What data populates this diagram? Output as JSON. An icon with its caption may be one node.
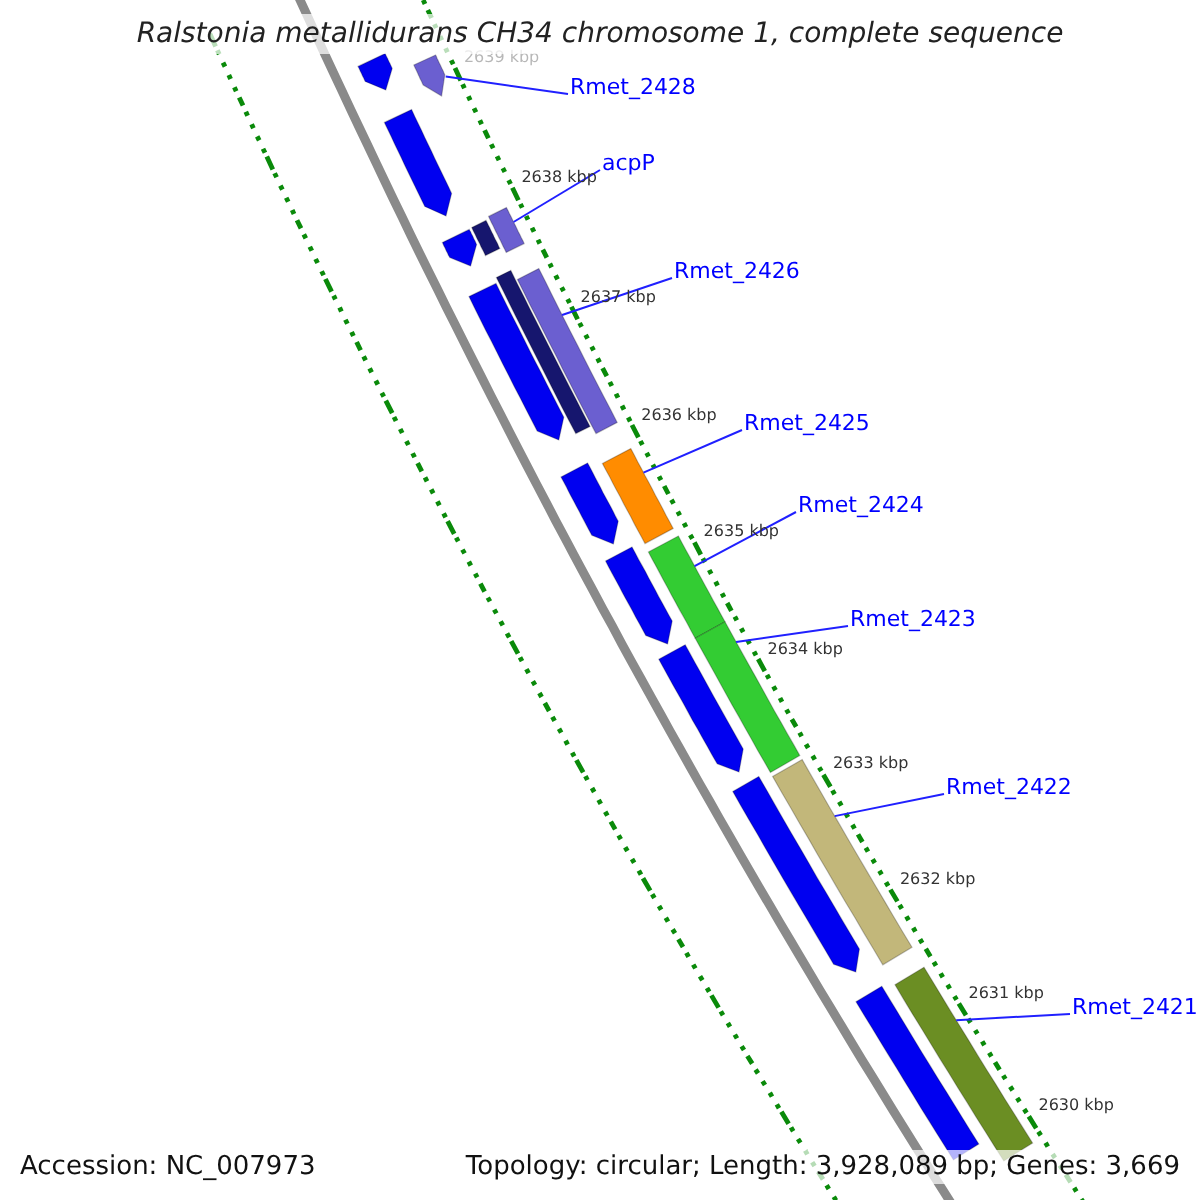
{
  "diagram": {
    "title": "Ralstonia metallidurans CH34 chromosome 1, complete sequence",
    "nodes": [
      {
        "text": [
          "Rmet_2428"
        ]
      },
      {
        "text": [
          "acpP"
        ]
      },
      {
        "text": [
          "Rmet_2426"
        ]
      },
      {
        "text": [
          "Rmet_2425"
        ]
      },
      {
        "text": [
          "Rmet_2424"
        ]
      },
      {
        "text": [
          "Rmet_2423"
        ]
      },
      {
        "text": [
          "Rmet_2422"
        ]
      },
      {
        "text": [
          "Rmet_2421"
        ]
      },
      {
        "text": [],
        "shape": "bar"
      },
      {
        "text": [],
        "shape": "bar"
      },
      {
        "text": [],
        "shape": "bar"
      },
      {
        "text": [],
        "shape": "bar"
      },
      {
        "text": [],
        "shape": "bar"
      },
      {
        "text": [],
        "shape": "bar"
      },
      {
        "text": [],
        "shape": "bar"
      },
      {
        "text": [],
        "shape": "bar"
      },
      {
        "text": [],
        "shape": "bar"
      },
      {
        "text": [],
        "shape": "bar"
      },
      {
        "text": [],
        "shape": "bar"
      },
      {
        "text": [],
        "shape": "bar"
      },
      {
        "text": [],
        "shape": "bar"
      },
      {
        "text": [],
        "shape": "bar"
      },
      {
        "text": [],
        "shape": "bar"
      },
      {
        "text": [],
        "shape": "bar"
      },
      {
        "text": [],
        "shape": "bar"
      },
      {
        "text": [],
        "shape": "bar"
      },
      {
        "text": [],
        "shape": "bar"
      }
    ],
    "edges": [
      {
        "from": 0,
        "to": 9,
        "arrow": "none"
      },
      {
        "from": 1,
        "to": 13,
        "arrow": "none"
      },
      {
        "from": 2,
        "to": 16,
        "arrow": "none"
      },
      {
        "from": 3,
        "to": 18,
        "arrow": "none"
      },
      {
        "from": 4,
        "to": 20,
        "arrow": "none"
      },
      {
        "from": 5,
        "to": 22,
        "arrow": "none"
      },
      {
        "from": 6,
        "to": 24,
        "arrow": "none"
      },
      {
        "from": 7,
        "to": 26,
        "arrow": "none"
      }
    ],
    "labels": [
      "2639 kbp",
      "2638 kbp",
      "2637 kbp",
      "2636 kbp",
      "2635 kbp",
      "2634 kbp",
      "2633 kbp",
      "2632 kbp",
      "2631 kbp",
      "2630 kbp",
      "Accession: NC_007973",
      "Topology: circular; Length: 3,928,089 bp; Genes: 3,669"
    ]
  }
}
